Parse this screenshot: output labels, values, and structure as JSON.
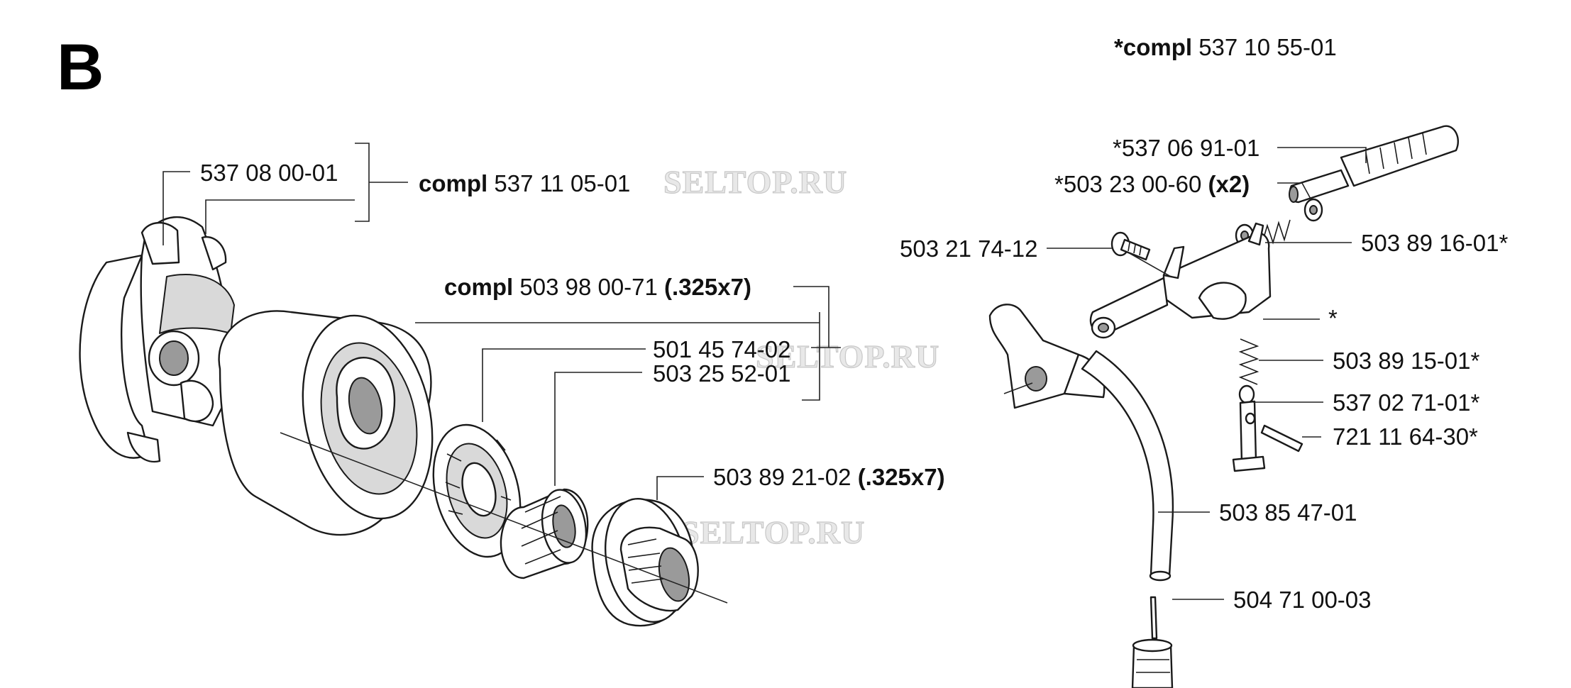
{
  "section_letter": "B",
  "watermark": "SELTOP.RU",
  "header": {
    "compl_prefix": "*compl",
    "compl_number": "537 10 55-01"
  },
  "clutch": {
    "shoe_part": "537 08 00-01",
    "assembly_bold": "compl",
    "assembly_number": "537 11 05-01"
  },
  "drum": {
    "assembly_bold": "compl",
    "assembly_number": "503 98 00-71",
    "assembly_suffix": "(.325x7)",
    "rim_part": "501 45 74-02",
    "bearing_part": "503 25 52-01"
  },
  "washer": {
    "number": "503 89 21-02",
    "suffix": "(.325x7)"
  },
  "oil_pump": {
    "shaft": "*537 06 91-01",
    "washer_number": "*503 23 00-60",
    "washer_qty": "(x2)",
    "screw": "503 21 74-12",
    "spring_top": "503 89 16-01*",
    "housing": "*",
    "spring_mid": "503 89 15-01*",
    "piston": "537 02 71-01*",
    "pin": "721 11 64-30*",
    "hose": "503 85 47-01",
    "filter": "504 71 00-03"
  }
}
